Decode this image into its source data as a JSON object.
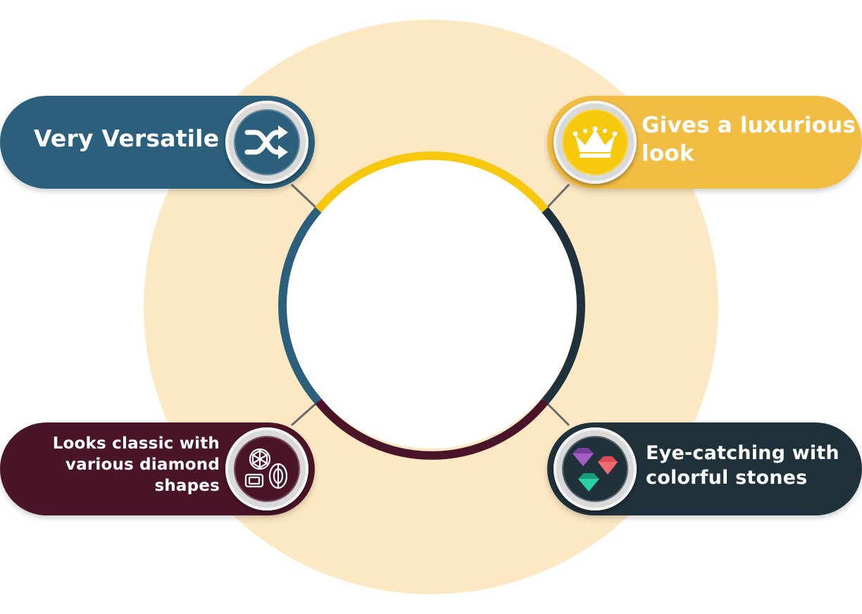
{
  "colors": {
    "background_circle": "#fce8c3",
    "inner_circle": "#ffffff",
    "versatile": "#2c5f7c",
    "luxurious": "#f2bd43",
    "classic": "#4a1529",
    "colorful": "#1f313b",
    "arc_top": "#f6c90e",
    "arc_left": "#2c5f7c",
    "arc_right": "#1f313b",
    "arc_bottom": "#4a1529",
    "connector": "#6b6b6b"
  },
  "items": {
    "versatile": {
      "label": "Very Versatile",
      "icon": "shuffle-icon"
    },
    "luxurious": {
      "label_line1": "Gives a luxurious",
      "label_line2": "look",
      "icon": "crown-icon"
    },
    "classic": {
      "label_line1": "Looks classic with",
      "label_line2": "various diamond",
      "label_line3": "shapes",
      "icon": "diamond-shapes-icon"
    },
    "colorful": {
      "label_line1": "Eye-catching with",
      "label_line2": "colorful stones",
      "icon": "gemstones-icon"
    }
  }
}
